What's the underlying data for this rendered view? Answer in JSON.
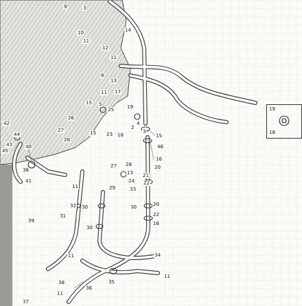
{
  "diagram": {
    "nodes": [
      {
        "text": [
          "19",
          "18"
        ]
      }
    ],
    "labels": [
      "9",
      "3",
      "10",
      "11",
      "14",
      "12",
      "11",
      "8",
      "13",
      "17",
      "11",
      "15",
      "46",
      "16",
      "15",
      "5",
      "25",
      "19",
      "4",
      "2",
      "3",
      "26",
      "27",
      "15",
      "23",
      "18",
      "20",
      "28",
      "42",
      "44",
      "43",
      "45",
      "40",
      "36",
      "41",
      "28",
      "27",
      "13",
      "21",
      "22",
      "24",
      "11",
      "29",
      "33",
      "30",
      "20",
      "22",
      "16",
      "32",
      "31",
      "30",
      "39",
      "30",
      "11",
      "34",
      "38",
      "35",
      "11",
      "36",
      "11",
      "37"
    ]
  }
}
